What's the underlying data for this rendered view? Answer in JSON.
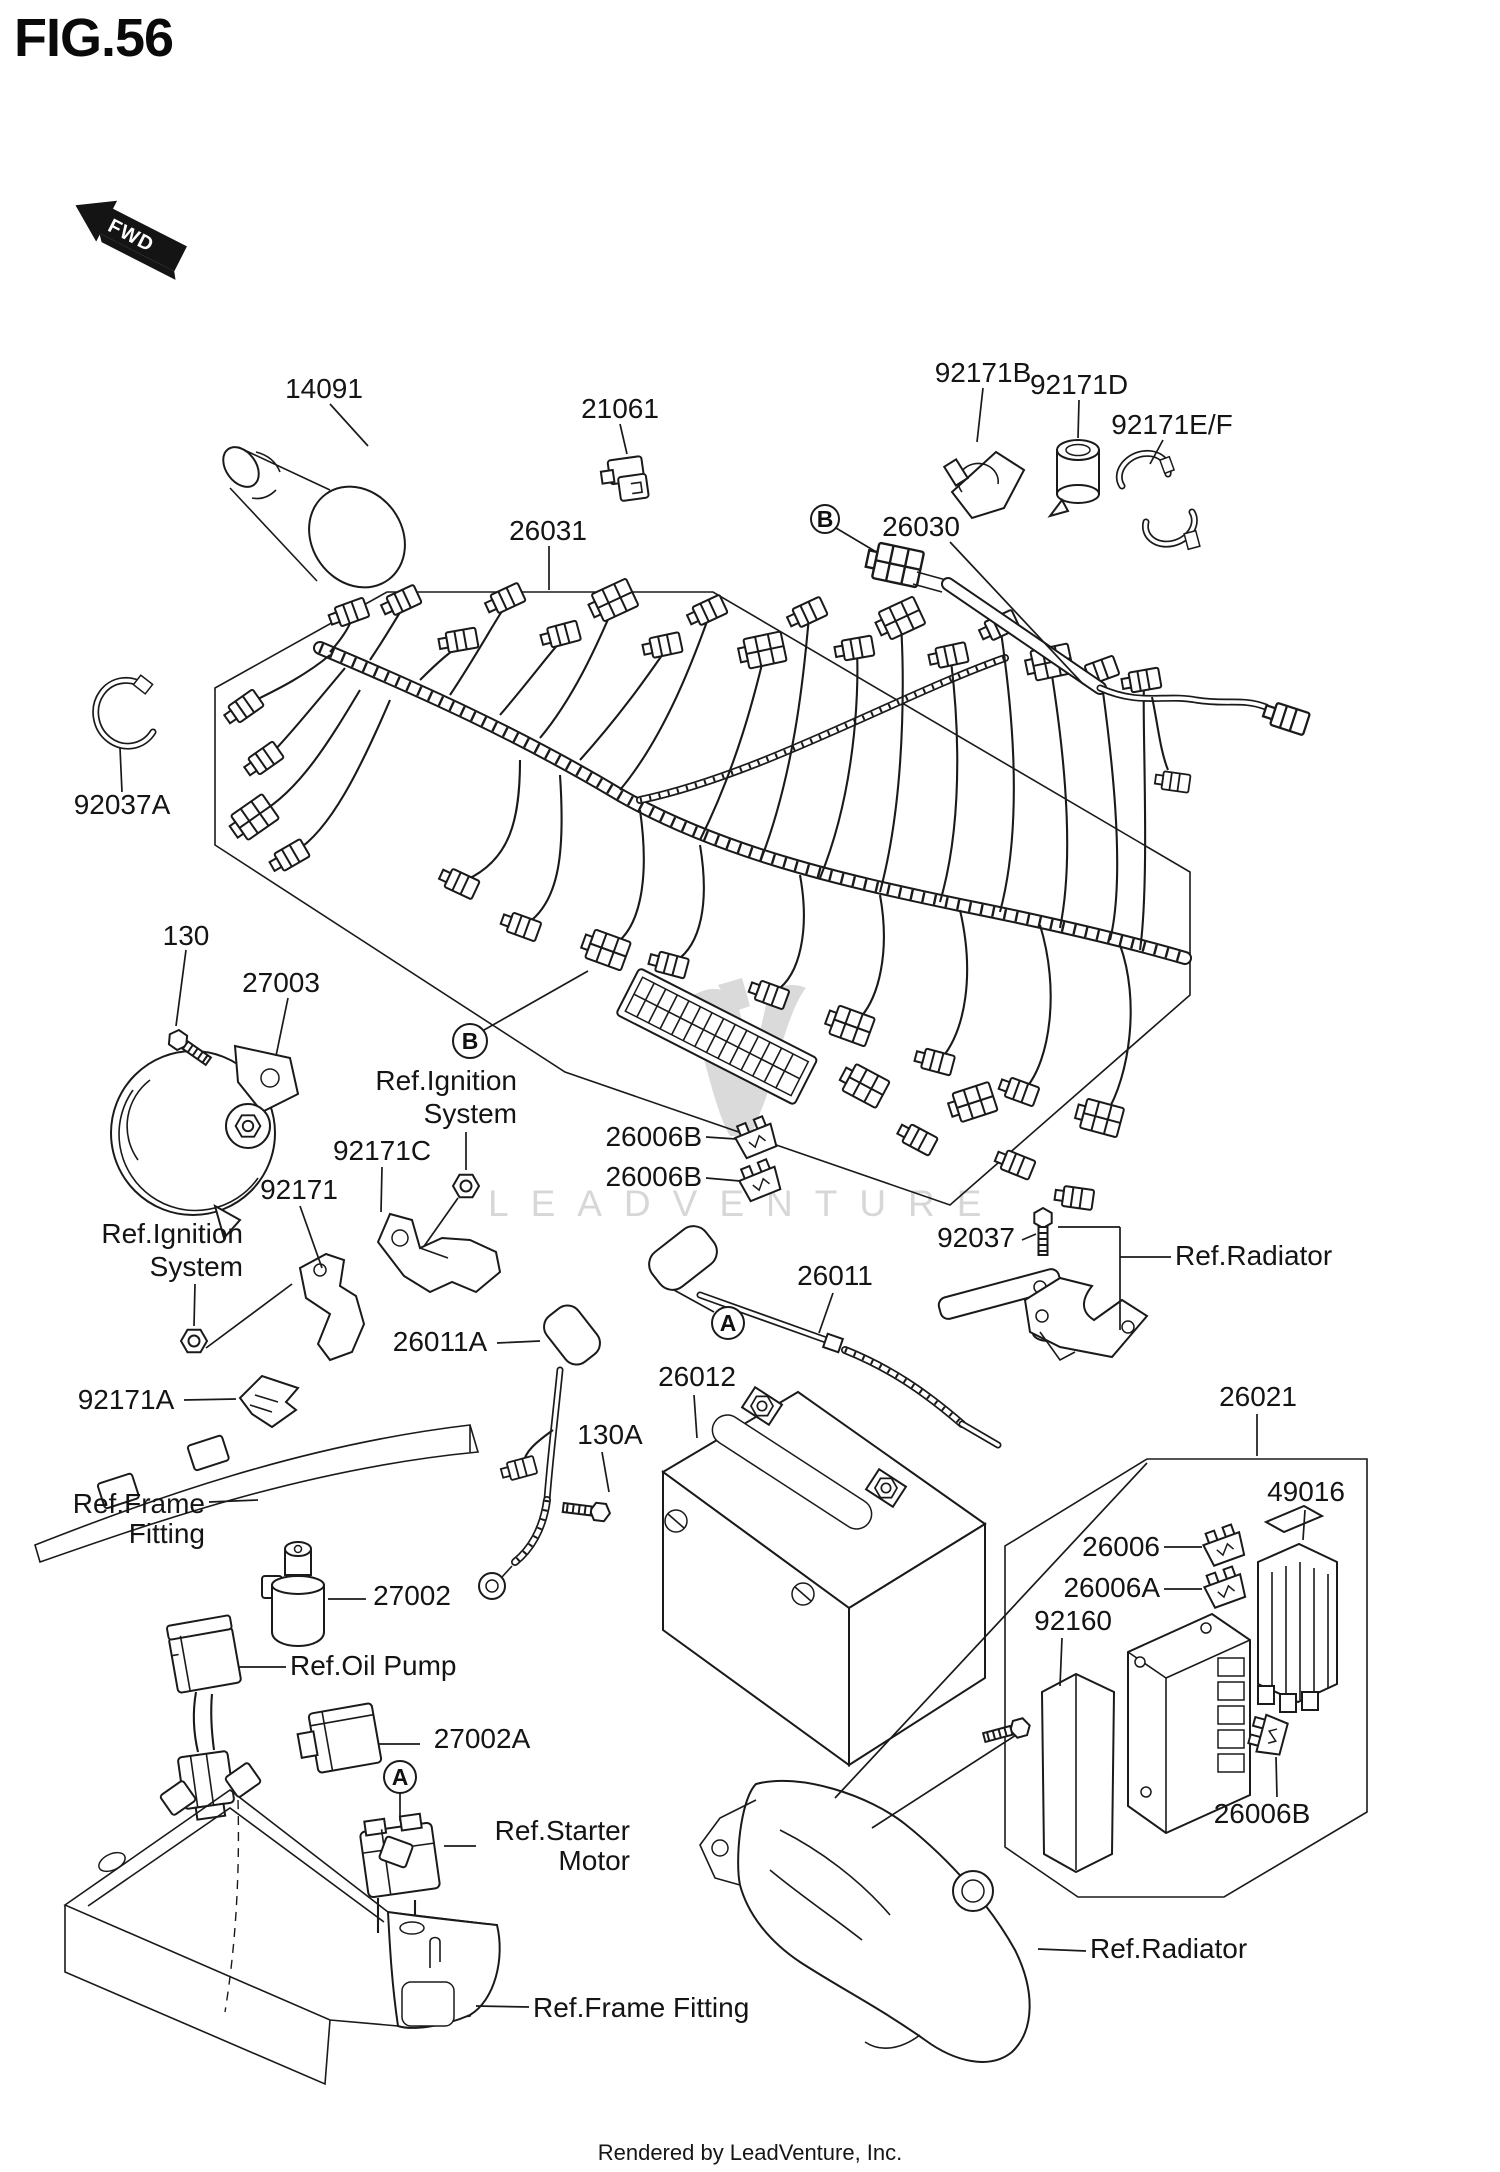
{
  "figure": {
    "title": "FIG.56",
    "direction_marker": "FWD"
  },
  "markers": {
    "a": "A",
    "b": "B"
  },
  "callouts": {
    "14091": "14091",
    "21061": "21061",
    "26031": "26031",
    "26030": "26030",
    "92171B": "92171B",
    "92171D": "92171D",
    "92171EF": "92171E/F",
    "92037A": "92037A",
    "130": "130",
    "27003": "27003",
    "92171C": "92171C",
    "92171": "92171",
    "92171A": "92171A",
    "26006B": "26006B",
    "92037": "92037",
    "26011": "26011",
    "26011A": "26011A",
    "26012": "26012",
    "130A": "130A",
    "27002": "27002",
    "27002A": "27002A",
    "26021": "26021",
    "49016": "49016",
    "26006": "26006",
    "26006A": "26006A",
    "92160": "92160"
  },
  "references": {
    "ignition_system_line1": "Ref.Ignition",
    "ignition_system_line2": "System",
    "radiator": "Ref.Radiator",
    "frame_line1": "Ref.Frame",
    "frame_line2": "Fitting",
    "frame_fitting": "Ref.Frame Fitting",
    "oil_pump": "Ref.Oil Pump",
    "starter_line1": "Ref.Starter",
    "starter_line2": "Motor"
  },
  "watermark": {
    "text": "LEADVENTURE"
  },
  "footer": {
    "credit": "Rendered by LeadVenture, Inc."
  }
}
